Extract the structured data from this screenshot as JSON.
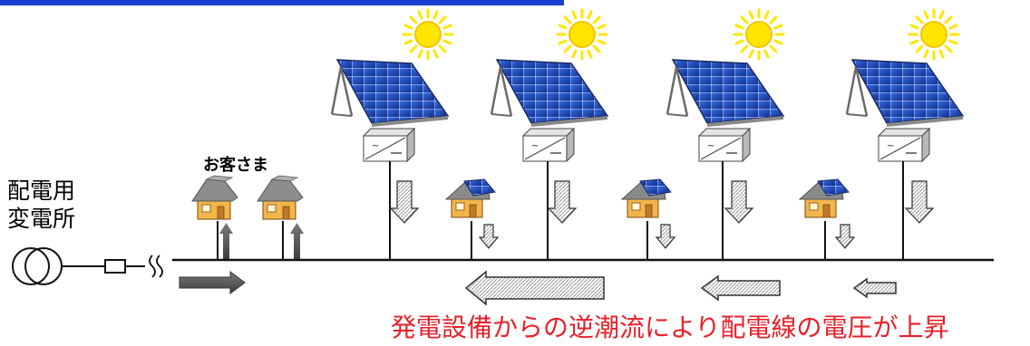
{
  "diagram": {
    "substation_label_line1": "配電用",
    "substation_label_line2": "変電所",
    "customers_label": "お客さま",
    "caption": "発電設備からの逆潮流により配電線の電圧が上昇",
    "colors": {
      "caption": "#e8202a",
      "top_bar": "#1a3fd0",
      "panel": "#1f4fb8",
      "sun": "#ffe600",
      "roof": "#7d7d7d",
      "house": "#f2b64a",
      "flow_arrow_dark": "#555555"
    },
    "pv_units": 4,
    "pv_houses": 3,
    "plain_houses": 2,
    "reverse_flow_arrows": 3,
    "icons": [
      "transformer-icon",
      "breaker-icon",
      "sun-icon",
      "solar-panel-icon",
      "inverter-icon",
      "house-icon"
    ]
  }
}
